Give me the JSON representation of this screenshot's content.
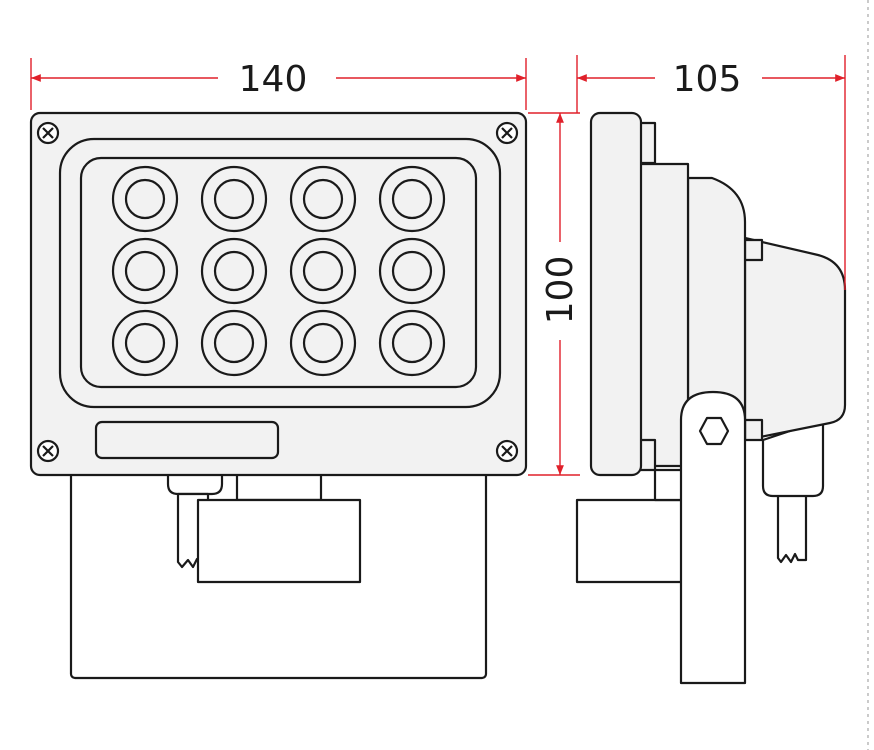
{
  "dimensions": {
    "width": "140",
    "height": "100",
    "depth": "105"
  },
  "colors": {
    "dimension_line": "#e0202a",
    "outline": "#1a1a1a",
    "body_fill": "#f2f2f2"
  },
  "led_grid": {
    "rows": 3,
    "cols": 4
  },
  "icons": [
    "screw-icon",
    "hex-nut-icon"
  ]
}
